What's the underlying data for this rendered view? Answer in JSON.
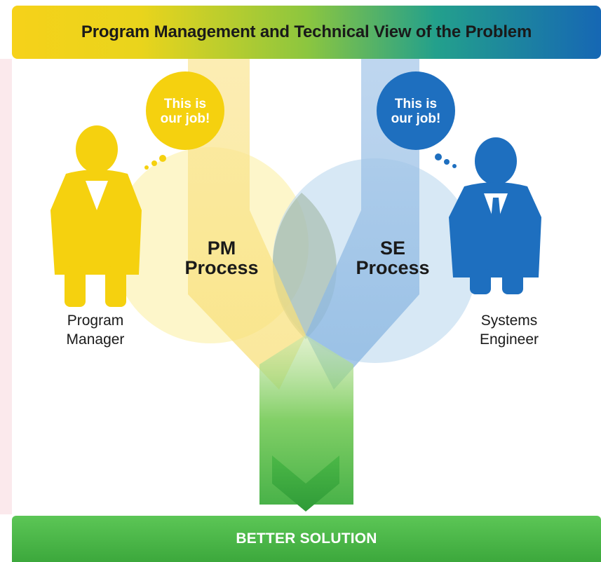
{
  "header": {
    "title": "Program Management and Technical View of the Problem"
  },
  "program_manager": {
    "bubble_line1": "This is",
    "bubble_line2": "our job!",
    "label_line1": "Program",
    "label_line2": "Manager",
    "color": "#f5d10f"
  },
  "systems_engineer": {
    "bubble_line1": "This is",
    "bubble_line2": "our job!",
    "label_line1": "Systems",
    "label_line2": "Engineer",
    "color": "#1e6fbf"
  },
  "pm_process": {
    "line1": "PM",
    "line2": "Process"
  },
  "se_process": {
    "line1": "SE",
    "line2": "Process"
  },
  "footer": {
    "label": "BETTER SOLUTION",
    "color": "#3fae3f"
  }
}
